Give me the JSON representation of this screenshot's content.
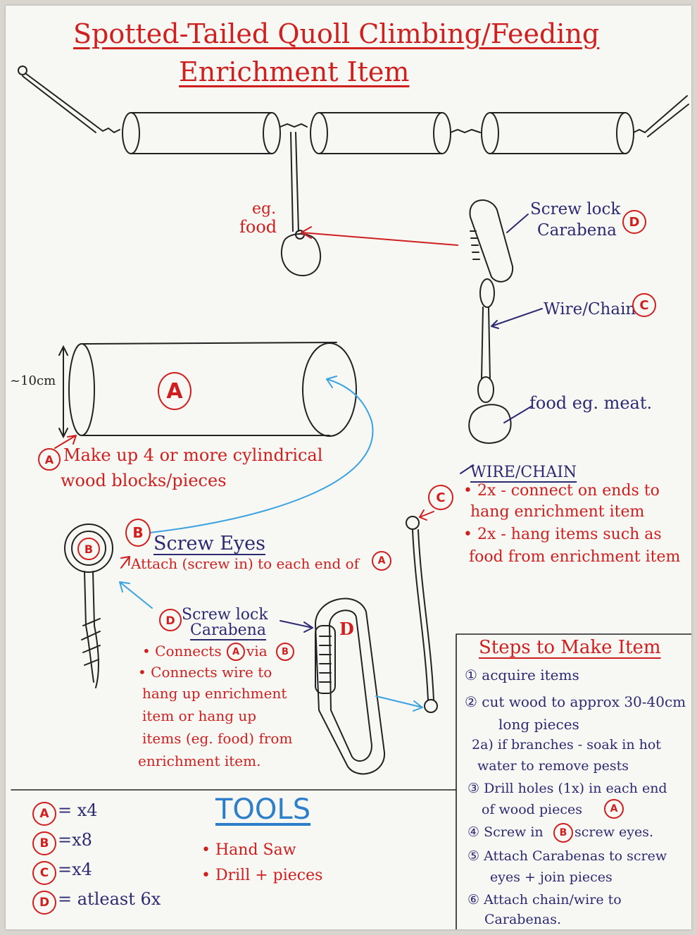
{
  "title": {
    "line1": "Spotted-Tailed Quoll Climbing/Feeding",
    "line2": "Enrichment Item"
  },
  "top_labels": {
    "eg_food": [
      "eg.",
      "food"
    ],
    "screw_lock": [
      "Screw lock",
      "Carabena"
    ],
    "wire_chain": "Wire/Chain",
    "food_meat": "food eg. meat."
  },
  "part_a": {
    "size": "~10cm",
    "letter": "A",
    "desc": [
      "Make up 4 or more cylindrical",
      "wood blocks/pieces"
    ]
  },
  "part_b": {
    "letter": "B",
    "title": "Screw Eyes",
    "desc": "Attach (screw in) to each end of"
  },
  "part_c": {
    "letter": "C",
    "title": "WIRE/CHAIN",
    "lines": [
      "• 2x - connect on ends to",
      "hang enrichment item",
      "• 2x - hang items such as",
      "food from enrichment item"
    ]
  },
  "part_d": {
    "letter": "D",
    "title": [
      "Screw lock",
      "Carabena"
    ],
    "lines": [
      "• Connects",
      "via",
      "• Connects wire to",
      "hang up enrichment",
      "item or hang up",
      "items (eg. food) from",
      "enrichment item."
    ]
  },
  "quantities": [
    {
      "letter": "A",
      "qty": "= x4"
    },
    {
      "letter": "B",
      "qty": "=x8"
    },
    {
      "letter": "C",
      "qty": "=x4"
    },
    {
      "letter": "D",
      "qty": "= atleast 6x"
    }
  ],
  "tools": {
    "title": "TOOLS",
    "items": [
      "• Hand Saw",
      "• Drill + pieces"
    ]
  },
  "steps": {
    "title": "Steps to Make Item",
    "lines": [
      "① acquire items",
      "② cut wood to approx 30-40cm",
      "long pieces",
      "2a) if branches - soak in hot",
      "water to remove pests",
      "③ Drill holes (1x) in each end",
      "of wood pieces",
      "④ Screw in",
      "screw eyes.",
      "⑤ Attach Carabenas to screw",
      "eyes + join pieces",
      "⑥ Attach chain/wire to",
      "Carabenas."
    ]
  },
  "colors": {
    "red": "#d01f1f",
    "navy": "#2d2a72",
    "blue": "#2e7fc9",
    "ink": "#222222",
    "paper": "#f7f7f4"
  }
}
